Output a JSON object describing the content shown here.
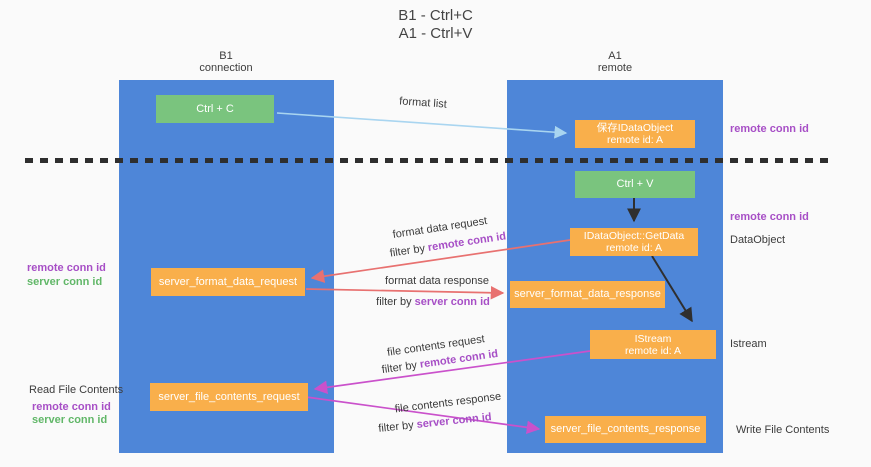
{
  "title": {
    "line1": "B1 - Ctrl+C",
    "line2": "A1 - Ctrl+V"
  },
  "columns": {
    "left": {
      "name": "B1",
      "subtitle": "connection"
    },
    "right": {
      "name": "A1",
      "subtitle": "remote"
    }
  },
  "boxes": {
    "ctrl_c": "Ctrl + C",
    "ctrl_v": "Ctrl + V",
    "save_idataobject": {
      "line1": "保存IDataObject",
      "line2": "remote id: A"
    },
    "getdata": {
      "line1": "IDataObject::GetData",
      "line2": "remote id: A"
    },
    "istream": {
      "line1": "IStream",
      "line2": "remote id: A"
    },
    "format_request": "server_format_data_request",
    "format_response": "server_format_data_response",
    "file_request": "server_file_contents_request",
    "file_response": "server_file_contents_response"
  },
  "arrow_labels": {
    "format_list": "format list",
    "format_data_request": "format data request",
    "format_data_response": "format data response",
    "file_contents_request": "file contents request",
    "file_contents_response": "file contents response",
    "filter_by": "filter by "
  },
  "side_labels": {
    "remote_conn_id": "remote conn id",
    "server_conn_id": "server conn id",
    "dataobject": "DataObject",
    "istream": "Istream",
    "read_file_contents": "Read File Contents",
    "write_file_contents": "Write File Contents"
  },
  "colors": {
    "lifeline_blue": "#4e86d8",
    "action_green": "#7ac47e",
    "message_orange": "#f9af4b",
    "remote_conn_id_purple": "#a74fc6",
    "server_conn_id_green": "#61b768",
    "format_arrow_red": "#e87170",
    "file_arrow_magenta": "#ca51cb",
    "format_list_arrow_blue": "#a9d5f0"
  }
}
